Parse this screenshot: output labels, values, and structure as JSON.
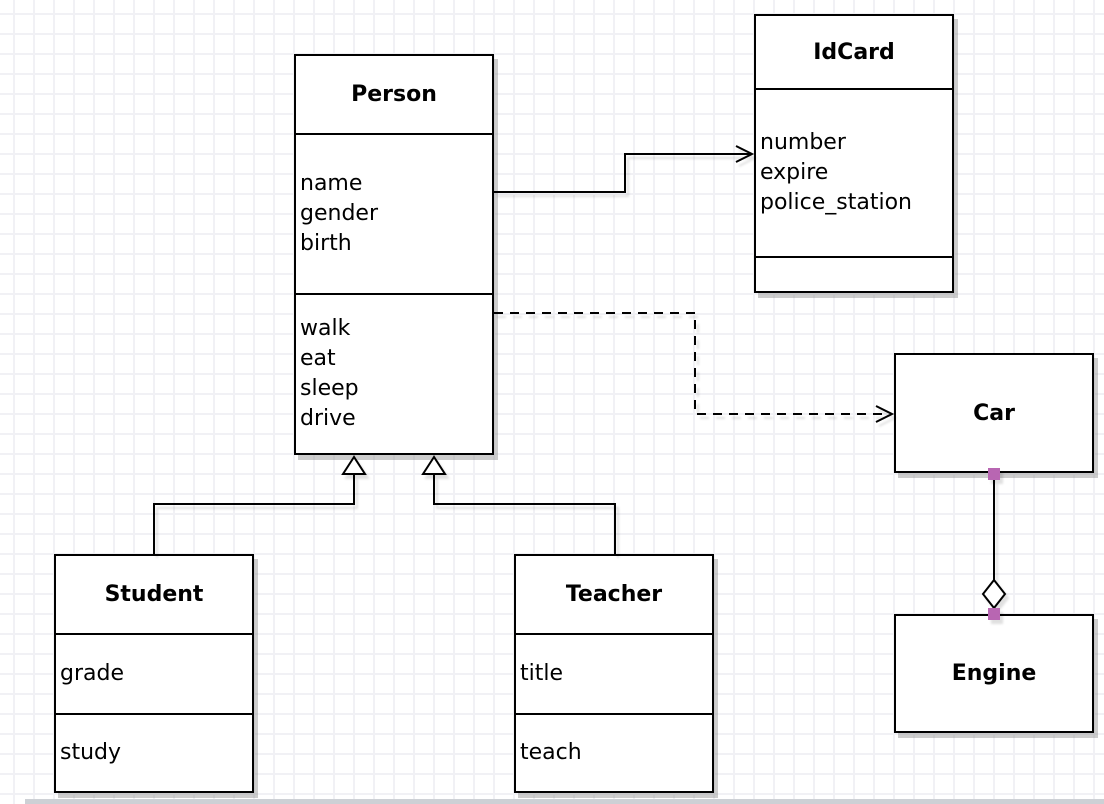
{
  "diagram": {
    "classes": [
      {
        "title": "Person",
        "attributes": [
          "name",
          "gender",
          "birth"
        ],
        "methods": [
          "walk",
          "eat",
          "sleep",
          "drive"
        ]
      },
      {
        "title": "IdCard",
        "attributes": [
          "number",
          "expire",
          "police_station"
        ],
        "methods": []
      },
      {
        "title": "Car",
        "attributes": [],
        "methods": []
      },
      {
        "title": "Engine",
        "attributes": [],
        "methods": []
      },
      {
        "title": "Student",
        "attributes": [
          "grade"
        ],
        "methods": [
          "study"
        ]
      },
      {
        "title": "Teacher",
        "attributes": [
          "title"
        ],
        "methods": [
          "teach"
        ]
      }
    ],
    "relationships": [
      {
        "from": "Person",
        "to": "IdCard",
        "type": "association",
        "line": "solid",
        "arrowhead": "open"
      },
      {
        "from": "Person",
        "to": "Car",
        "type": "dependency",
        "line": "dashed",
        "arrowhead": "open"
      },
      {
        "from": "Student",
        "to": "Person",
        "type": "generalization",
        "line": "solid",
        "arrowhead": "hollow-triangle"
      },
      {
        "from": "Teacher",
        "to": "Person",
        "type": "generalization",
        "line": "solid",
        "arrowhead": "hollow-triangle"
      },
      {
        "from": "Car",
        "to": "Engine",
        "type": "aggregation",
        "line": "solid",
        "arrowhead": "hollow-diamond"
      }
    ],
    "colors": {
      "box_fill": "#ffffff",
      "box_border": "#000000",
      "text": "#000000",
      "canvas": "#ffffff",
      "grid_line": "#f1f1f5",
      "connection_point": "#b866b2",
      "shadow": "#c8c8c8"
    }
  }
}
